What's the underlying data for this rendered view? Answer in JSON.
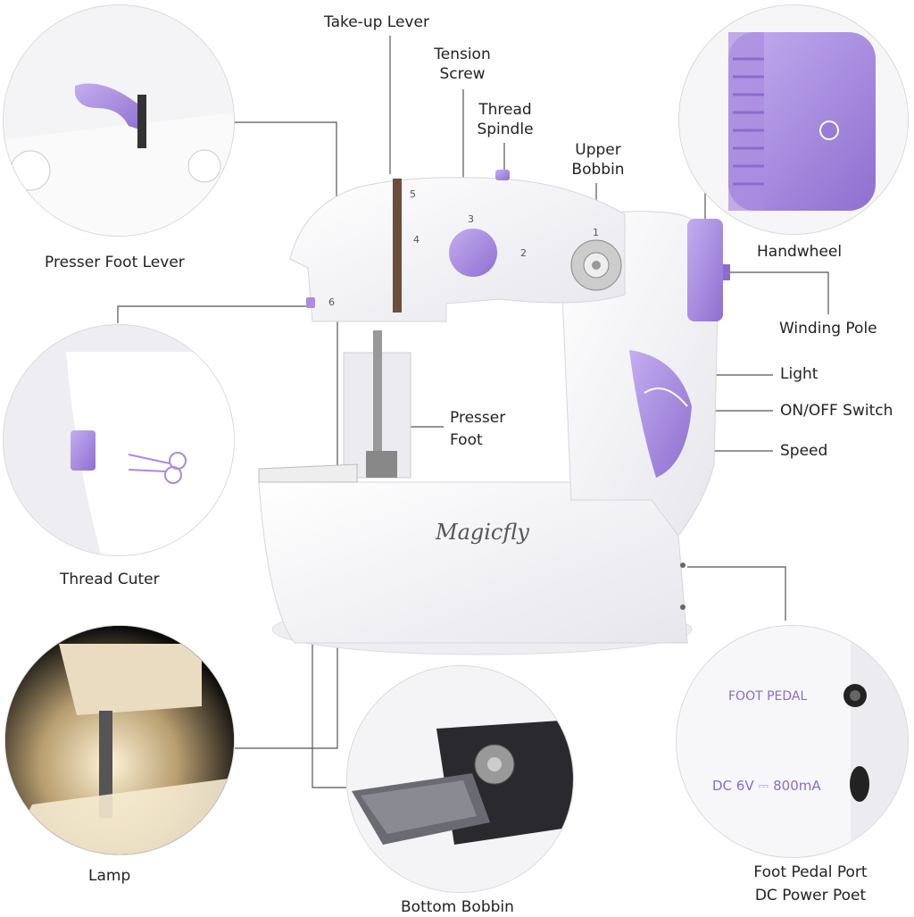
{
  "brand": "Magicfly",
  "labels": {
    "take_up_lever": "Take-up Lever",
    "tension_screw_1": "Tension",
    "tension_screw_2": "Screw",
    "thread_spindle_1": "Thread",
    "thread_spindle_2": "Spindle",
    "upper_bobbin_1": "Upper",
    "upper_bobbin_2": "Bobbin",
    "presser_foot_lever": "Presser Foot Lever",
    "handwheel": "Handwheel",
    "winding_pole": "Winding Pole",
    "light": "Light",
    "on_off_switch": "ON/OFF Switch",
    "speed": "Speed",
    "presser_foot_1": "Presser",
    "presser_foot_2": "Foot",
    "thread_cuter": "Thread Cuter",
    "lamp": "Lamp",
    "bottom_bobbin": "Bottom Bobbin",
    "foot_pedal_port": "Foot Pedal Port",
    "dc_power_port": "DC Power Poet"
  },
  "inset_text": {
    "foot_pedal": "FOOT PEDAL",
    "dc_rating": "DC 6V ⎓ 800mA"
  },
  "dial_numbers": [
    "1",
    "2",
    "3",
    "4",
    "5",
    "6"
  ],
  "colors": {
    "accent": "#a98be0",
    "accent_dark": "#8a6ccc",
    "body": "#f7f7f9",
    "line": "#555555"
  }
}
